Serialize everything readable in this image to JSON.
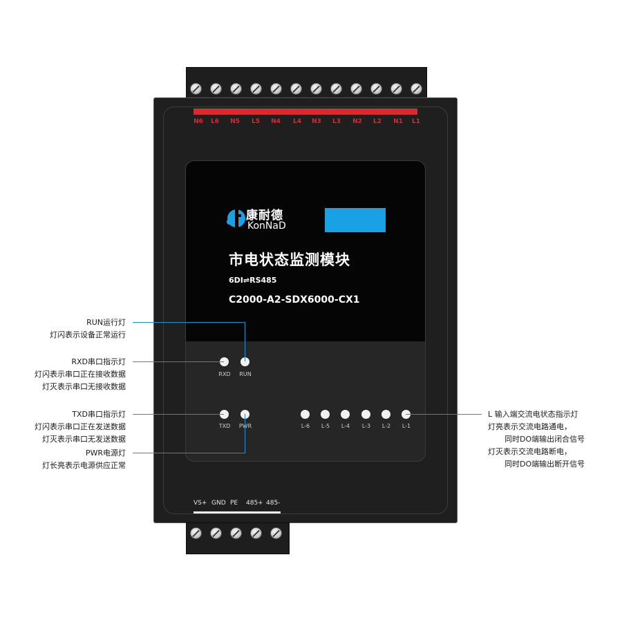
{
  "top_terminals": [
    "N6",
    "L6",
    "N5",
    "L5",
    "N4",
    "L4",
    "N3",
    "L3",
    "N2",
    "L2",
    "N1",
    "L1"
  ],
  "brand": {
    "cn": "康耐德",
    "en": "KonNaD",
    "accent_color": "#1aa0e4"
  },
  "title": "市电状态监测模块",
  "subtitle": "6DI⇌RS485",
  "model": "C2000-A2-SDX6000-CX1",
  "leds": {
    "rxd": "RXD",
    "run": "RUN",
    "txd": "TXD",
    "pwr": "PWR",
    "inputs": [
      "L-6",
      "L-5",
      "L-4",
      "L-3",
      "L-2",
      "L-1"
    ]
  },
  "bottom_terminals": [
    "VS+",
    "GND",
    "PE",
    "485+",
    "485-"
  ],
  "annotations": {
    "run": [
      "RUN运行灯",
      "灯闪表示设备正常运行"
    ],
    "rxd": [
      "RXD串口指示灯",
      "灯闪表示串口正在接收数据",
      "灯灭表示串口无接收数据"
    ],
    "txd": [
      "TXD串口指示灯",
      "灯闪表示串口正在发送数据",
      "灯灭表示串口无发送数据"
    ],
    "pwr": [
      "PWR电源灯",
      "灯长亮表示电源供应正常"
    ],
    "l_input": [
      "L 输入端交流电状态指示灯",
      "灯亮表示交流电路通电，",
      "同时DO端输出闭合信号",
      "灯灭表示交流电路断电，",
      "同时DO端输出断开信号"
    ]
  },
  "colors": {
    "terminal_label": "#e3262c",
    "leader_line": "#1f8fcf"
  }
}
